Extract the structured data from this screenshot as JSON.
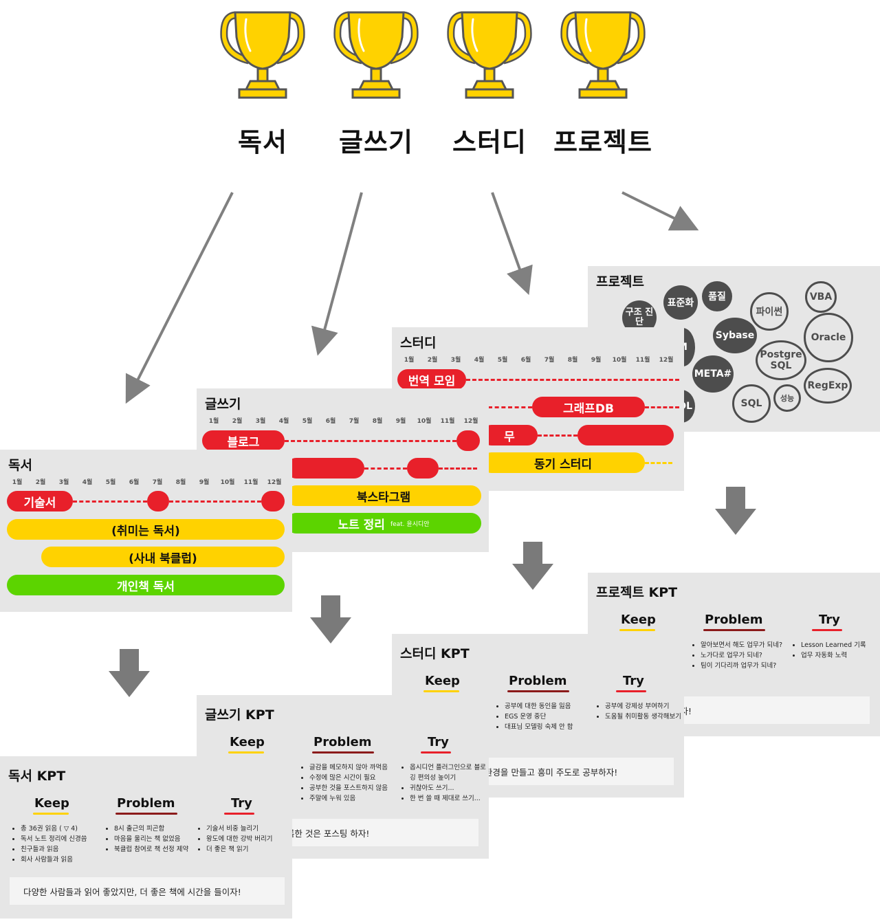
{
  "categories": [
    "독서",
    "글쓰기",
    "스터디",
    "프로젝트"
  ],
  "colors": {
    "trophy": "#ffd200",
    "red": "#e8202a",
    "yellow": "#ffd200",
    "green": "#5cd400",
    "panel": "#e6e6e6",
    "bubble": "#4d4d4d",
    "arrow": "#808080"
  },
  "months": [
    "1월",
    "2월",
    "3월",
    "4월",
    "5월",
    "6월",
    "7월",
    "8월",
    "9월",
    "10월",
    "11월",
    "12월"
  ],
  "reading": {
    "title": "독서",
    "bars": [
      "기술서",
      "(취미는 독서)",
      "(사내 북클럽)",
      "개인책 독서"
    ]
  },
  "writing": {
    "title": "글쓰기",
    "bars": [
      "블로그",
      "북스타그램",
      "노트 정리"
    ],
    "note_feat": "feat. 윤시디안"
  },
  "study": {
    "title": "스터디",
    "bars": [
      "번역 모임",
      "그래프DB",
      "무",
      "동기 스터디"
    ]
  },
  "project": {
    "title": "프로젝트",
    "bubbles_dark": [
      "표준화",
      "품질",
      "구조 진단",
      "M",
      "Sybase",
      "META#",
      "DDL"
    ],
    "bubbles_outline": [
      "VBA",
      "파이썬",
      "Oracle",
      "Postgre SQL",
      "RegExp",
      "SQL",
      "성능"
    ]
  },
  "kpt_headers": {
    "keep": "Keep",
    "problem": "Problem",
    "try": "Try"
  },
  "reading_kpt": {
    "title": "독서 KPT",
    "keep": [
      "총 36권 읽음 ( ▽ 4)",
      "독서 노트 정리에 신경씀",
      "친구들과 읽음",
      "회사 사람들과 읽음"
    ],
    "problem": [
      "8시 출근의 피곤함",
      "마음을 울리는 책 없었음",
      "북클럽 참여로 책 선정 제약"
    ],
    "try": [
      "기술서 비중 늘리기",
      "왕도에 대한 강박 버리기",
      "더 좋은 책 읽기"
    ],
    "note": "다양한 사람들과 읽어 좋았지만, 더 좋은 책에 시간을 들이자!"
  },
  "writing_kpt": {
    "title": "글쓰기 KPT",
    "problem": [
      "글감을 메모하지 않아 까먹음",
      "수정에 많은 시간이 필요",
      "공부한 것을 포스트하지 않음",
      "주말에 누워 있음"
    ],
    "try": [
      "옵시디언 플러그인으로 블로깅 편의성 높이기",
      "귀찮아도 쓰기...",
      "한 번 쓸 때 제대로 쓰기..."
    ],
    "note": "로 기록하고, 기록한 것은 포스팅 하자!"
  },
  "study_kpt": {
    "title": "스터디 KPT",
    "problem": [
      "공부에 대한 동인을 잃음",
      "EGS 운영 중단",
      "대표님 모델링 숙제 안 함"
    ],
    "try": [
      "공부에 강제성 부여하기",
      "도움될 취미활동 생각해보기"
    ],
    "note": "를 피할 수 없는 환경을 만들고 흥미 주도로 공부하자!"
  },
  "project_kpt": {
    "title": "프로젝트 KPT",
    "problem": [
      "알아보면서 해도 업무가 되네?",
      "노가다로 업무가 되네?",
      "팀이 기다리까 업무가 되네?"
    ],
    "try": [
      "Lesson Learned 기록",
      "업무 자동화 노력"
    ],
    "note": "관종스럽게 마치자!"
  }
}
